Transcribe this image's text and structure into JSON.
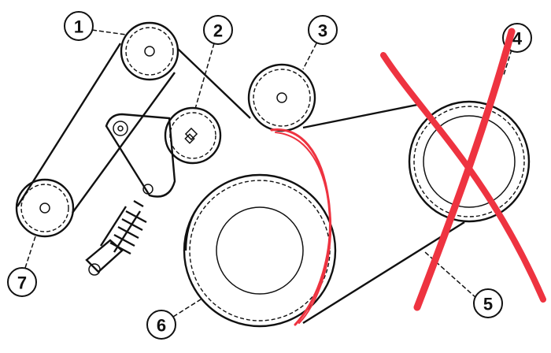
{
  "diagram": {
    "callouts": [
      {
        "label": "1"
      },
      {
        "label": "2"
      },
      {
        "label": "3"
      },
      {
        "label": "4"
      },
      {
        "label": "5"
      },
      {
        "label": "6"
      },
      {
        "label": "7"
      }
    ],
    "annotation_color": "#ee3340"
  }
}
